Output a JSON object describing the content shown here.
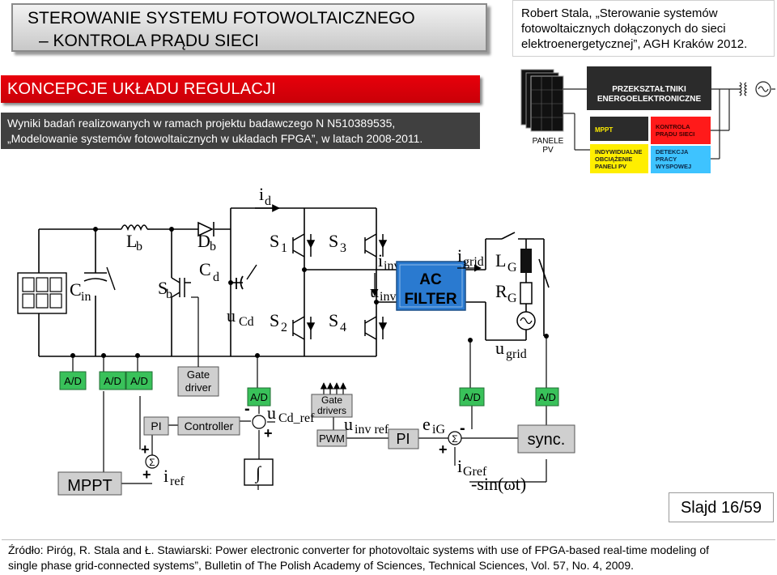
{
  "header": {
    "title_line1": "STEROWANIE SYSTEMU FOTOWOLTAICZNEGO",
    "title_line2": "– KONTROLA PRĄDU SIECI"
  },
  "reference": {
    "text": "Robert Stala, „Sterowanie systemów fotowoltaicznych dołączonych do sieci elektroenergetycznej”, AGH Kraków 2012."
  },
  "section": {
    "heading": "KONCEPCJE UKŁADU REGULACJI",
    "results_line1": "Wyniki badań realizowanych w ramach projektu badawczego N N510389535,",
    "results_line2": "„Modelowanie systemów fotowoltaicznych w układach FPGA”, w latach 2008-2011."
  },
  "block_diagram": {
    "panels_label_1": "PANELE",
    "panels_label_2": "PV",
    "converter_1": "PRZEKSZTAŁTNIKI",
    "converter_2": "ENERGOELEKTRONICZNE",
    "mppt": "MPPT",
    "grid_ctrl_1": "KONTROLA",
    "grid_ctrl_2": "PRĄDU SIECI",
    "load_1": "INDYWIDUALNE",
    "load_2": "OBCIĄŻENIE",
    "load_3": "PANELI PV",
    "island_1": "DETEKCJA",
    "island_2": "PRACY",
    "island_3": "WYSPOWEJ"
  },
  "schematic": {
    "i_d": "i",
    "i_d_sub": "d",
    "L_b": "L",
    "L_b_sub": "b",
    "D_b": "D",
    "D_b_sub": "b",
    "C_in": "C",
    "C_in_sub": "in",
    "S_b": "S",
    "S_b_sub": "b",
    "C_d": "C",
    "C_d_sub": "d",
    "u_Cd": "u",
    "u_Cd_sub": "Cd",
    "S1": "S",
    "S1_sub": "1",
    "S2": "S",
    "S2_sub": "2",
    "S3": "S",
    "S3_sub": "3",
    "S4": "S",
    "S4_sub": "4",
    "i_inv": "i",
    "i_inv_sub": "inv",
    "u_inv": "u",
    "u_inv_sub": "inv",
    "ac_filter_1": "AC",
    "ac_filter_2": "FILTER",
    "i_grid": "i",
    "i_grid_sub": "grid",
    "L_G": "L",
    "L_G_sub": "G",
    "R_G": "R",
    "R_G_sub": "G",
    "u_grid": "u",
    "u_grid_sub": "grid",
    "ad_1": "A/D",
    "ad_2": "A/D",
    "ad_3": "A/D",
    "ad_4": "A/D",
    "ad_5": "A/D",
    "ad_6": "A/D",
    "gate_driver_1": "Gate",
    "gate_driver_2": "driver",
    "gate_drivers_1": "Gate",
    "gate_drivers_2": "drivers",
    "pi_1": "PI",
    "controller": "Controller",
    "u_cd_ref": "u",
    "u_cd_ref_sub": "Cd_ref",
    "u_inv_ref": "u",
    "u_inv_ref_sub": "inv ref",
    "e_iG": "e",
    "e_iG_sub": "iG",
    "pwm": "PWM",
    "pi_2": "PI",
    "sync": "sync.",
    "integral": "∫",
    "i_Gref": "i",
    "i_Gref_sub": "Gref",
    "sin": "-sin(ωt)",
    "mppt": "MPPT",
    "i_ref": "i",
    "i_ref_sub": "ref",
    "sigma": "Σ",
    "plus": "+",
    "minus": "-"
  },
  "footer": {
    "slide_number": "Slajd 16/59",
    "source_line1": "Źródło: Piróg, R. Stala and Ł. Stawiarski: Power electronic converter for photovoltaic systems with use of FPGA-based real-time modeling of",
    "source_line2": "single phase grid-connected systems”, Bulletin of The Polish Academy of Sciences, Technical Sciences, Vol. 57, No. 4, 2009."
  },
  "colors": {
    "heading_red": "#e8000b",
    "filter_blue": "#2a7ad0",
    "block_red": "#ff1a1a",
    "block_cyan": "#3ec3ff",
    "block_yellow": "#ffee00",
    "ad_green": "#39c15a"
  }
}
